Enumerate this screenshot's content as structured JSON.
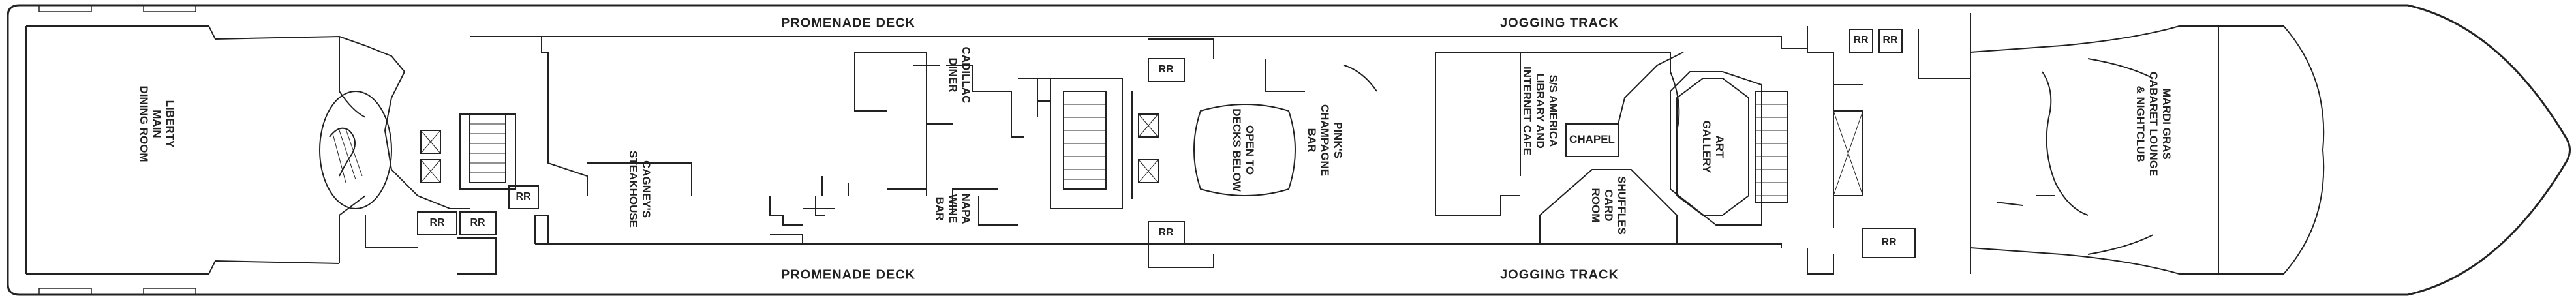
{
  "deck": {
    "promenade_top": "PROMENADE DECK",
    "promenade_bottom": "PROMENADE DECK",
    "jogging_top": "JOGGING TRACK",
    "jogging_bottom": "JOGGING TRACK"
  },
  "venues": {
    "liberty": "LIBERTY\nMAIN\nDINING ROOM",
    "cagneys": "CAGNEY'S\nSTEAKHOUSE",
    "cadillac": "CADILLAC\nDINER",
    "napa": "NAPA\nWINE\nBAR",
    "open_to": "OPEN TO\nDECKS BELOW",
    "pinks": "PINK'S\nCHAMPAGNE\nBAR",
    "library": "S/S AMERICA\nLIBRARY AND\nINTERNET CAFE",
    "chapel": "CHAPEL",
    "shuffles": "SHUFFLES\nCARD\nROOM",
    "art": "ART\nGALLERY",
    "mardi": "MARDI GRAS\nCABARET LOUNGE\n& NIGHTCLUB"
  },
  "restrooms": {
    "label": "RR"
  },
  "colors": {
    "line": "#222222",
    "background": "#ffffff"
  }
}
